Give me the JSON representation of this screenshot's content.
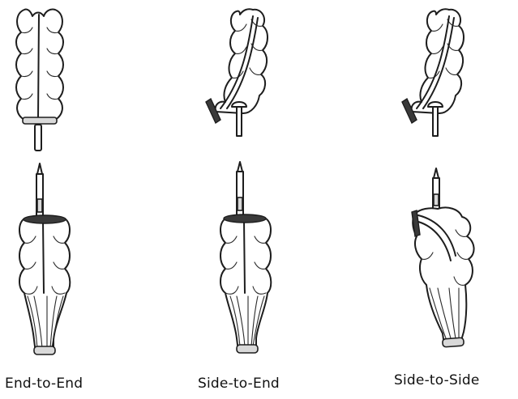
{
  "captions": {
    "end_to_end": "End-to-End",
    "side_to_end": "Side-to-End",
    "side_to_side": "Side-to-Side"
  }
}
